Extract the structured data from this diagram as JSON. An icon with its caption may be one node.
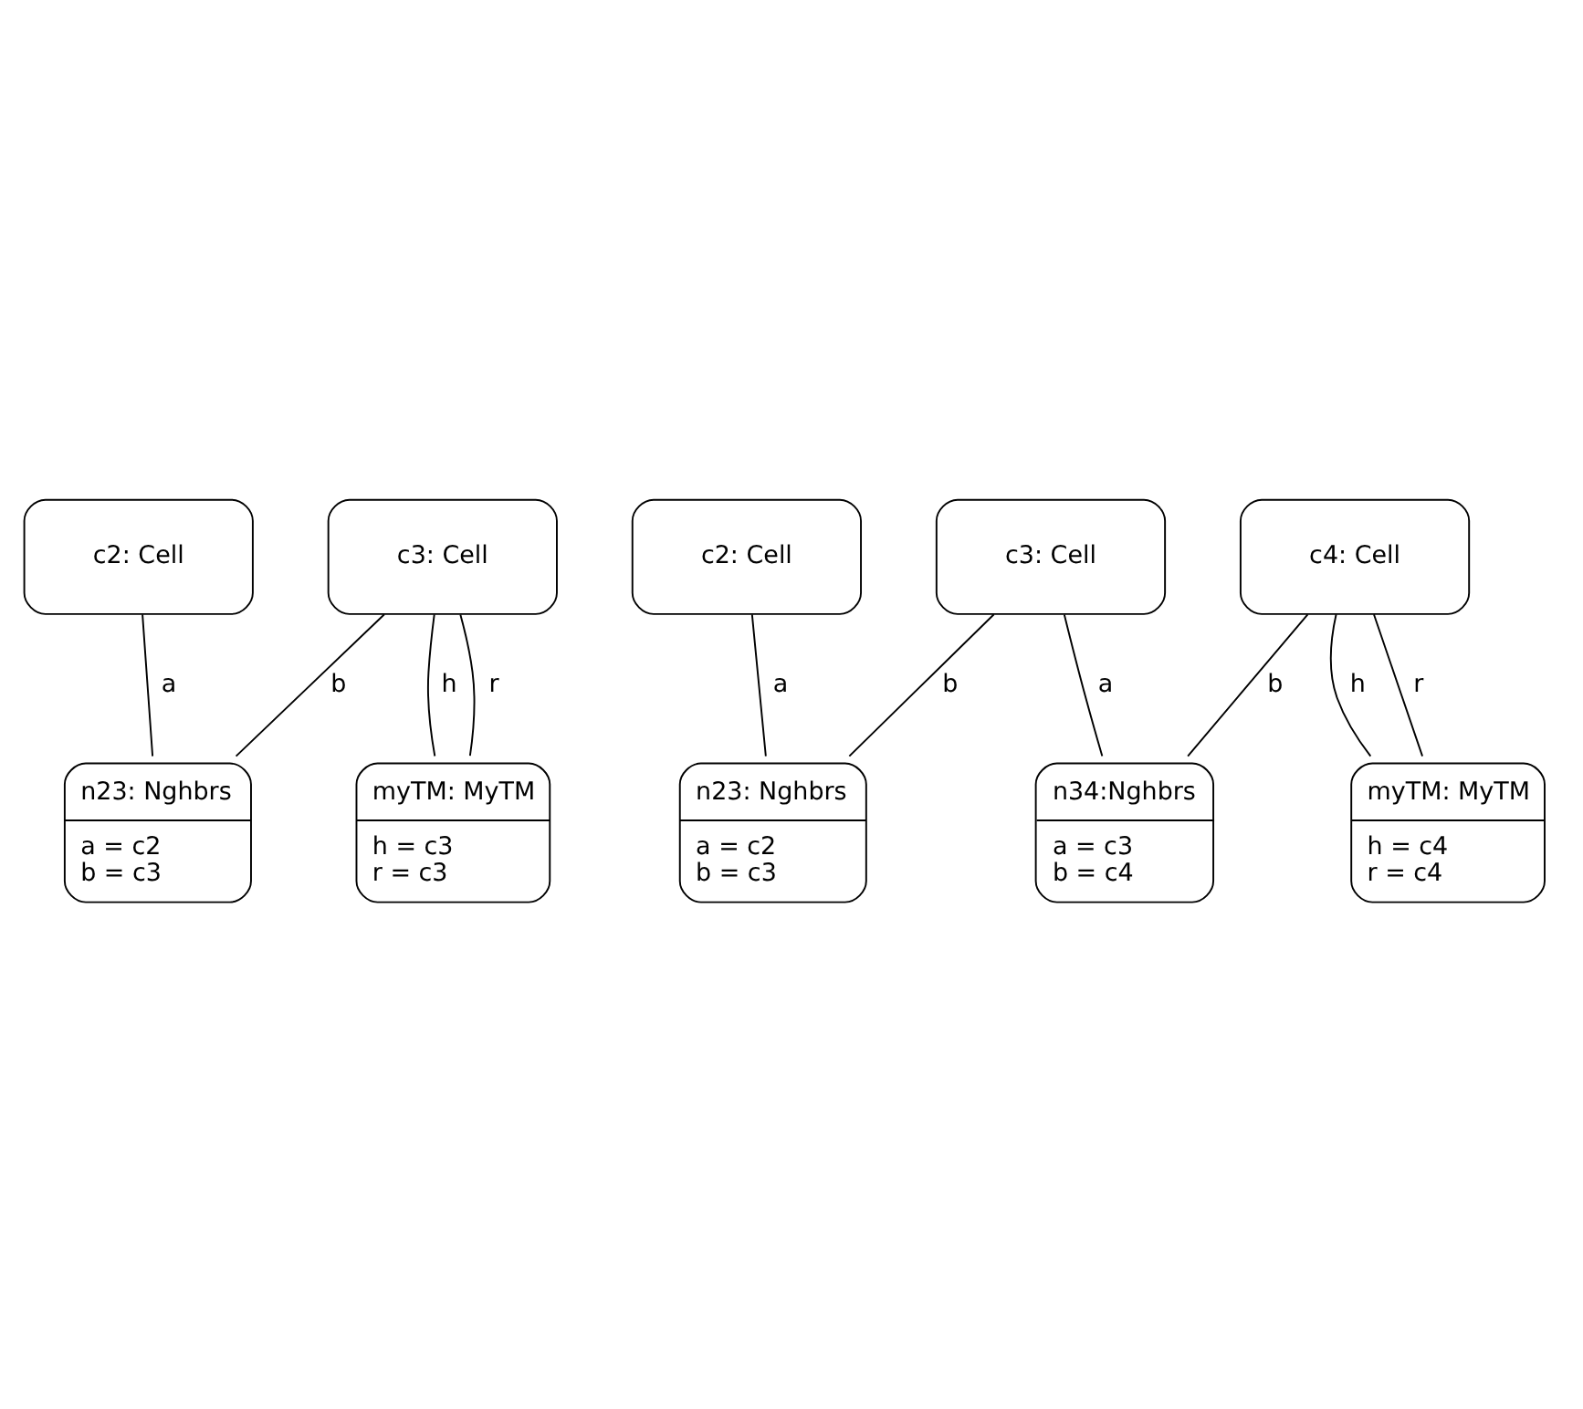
{
  "diagram": {
    "nodes": [
      {
        "text": [
          "c2: Cell"
        ]
      },
      {
        "text": [
          "c3: Cell"
        ]
      },
      {
        "text": [
          "n23: Nghbrs",
          "a = c2",
          "b = c3"
        ]
      },
      {
        "text": [
          "myTM: MyTM",
          "h = c3",
          "r = c3"
        ]
      },
      {
        "text": [
          "c2: Cell"
        ]
      },
      {
        "text": [
          "c3: Cell"
        ]
      },
      {
        "text": [
          "c4: Cell"
        ]
      },
      {
        "text": [
          "n23: Nghbrs",
          "a = c2",
          "b = c3"
        ]
      },
      {
        "text": [
          "n34:Nghbrs",
          "a = c3",
          "b = c4"
        ]
      },
      {
        "text": [
          "myTM: MyTM",
          "h = c4",
          "r = c4"
        ]
      }
    ],
    "edges": [
      {
        "from": 0,
        "to": 2,
        "arrow": "none",
        "label": "a"
      },
      {
        "from": 1,
        "to": 2,
        "arrow": "none",
        "label": "b"
      },
      {
        "from": 1,
        "to": 3,
        "arrow": "none",
        "label": "h"
      },
      {
        "from": 1,
        "to": 3,
        "arrow": "none",
        "label": "r"
      },
      {
        "from": 4,
        "to": 7,
        "arrow": "none",
        "label": "a"
      },
      {
        "from": 5,
        "to": 7,
        "arrow": "none",
        "label": "b"
      },
      {
        "from": 5,
        "to": 8,
        "arrow": "none",
        "label": "a"
      },
      {
        "from": 6,
        "to": 8,
        "arrow": "none",
        "label": "b"
      },
      {
        "from": 6,
        "to": 9,
        "arrow": "none",
        "label": "h"
      },
      {
        "from": 6,
        "to": 9,
        "arrow": "none",
        "label": "r"
      }
    ]
  }
}
